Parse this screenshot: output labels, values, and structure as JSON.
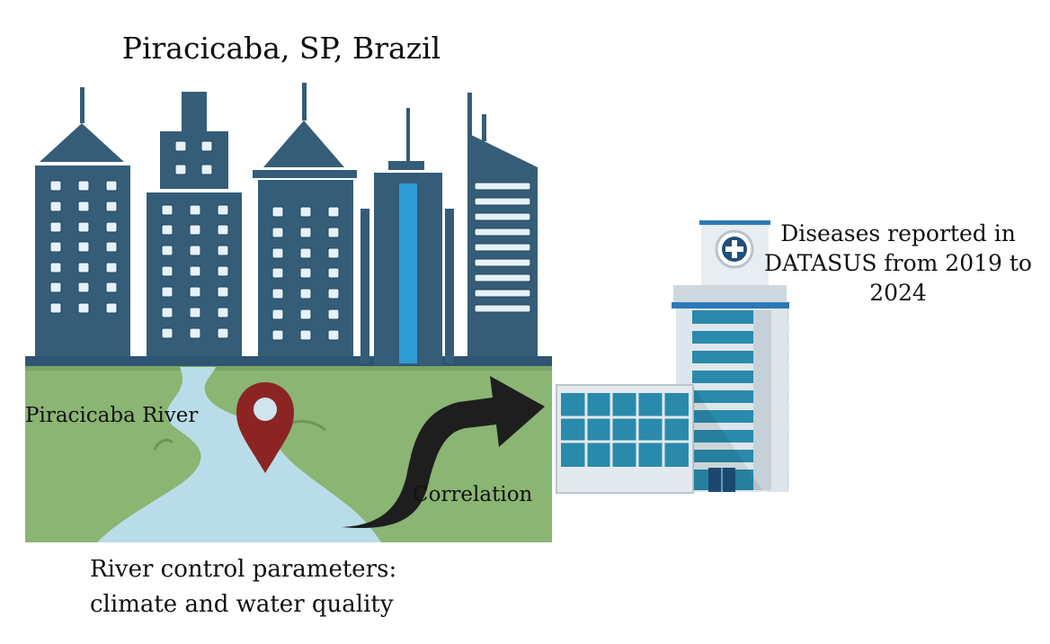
{
  "title": "Piracicaba, SP, Brazil",
  "river_label": "Piracicaba River",
  "correlation_label": "Correlation",
  "diseases_label": "Diseases reported in DATASUS from 2019 to 2024",
  "params_label": "River control parameters: climate and water quality",
  "icons": {
    "city": "city-skyline-icon",
    "pin": "location-pin-icon",
    "arrow": "curved-arrow-icon",
    "hospital": "hospital-icon"
  },
  "colors": {
    "building": "#355d78",
    "window": "#e7f1f9",
    "ground": "#8ab573",
    "river": "#b9dde8",
    "pin": "#8c2424",
    "arrow": "#1e1e1e",
    "hospital_blue": "#2a8aab",
    "hospital_trim": "#2d78b8"
  }
}
